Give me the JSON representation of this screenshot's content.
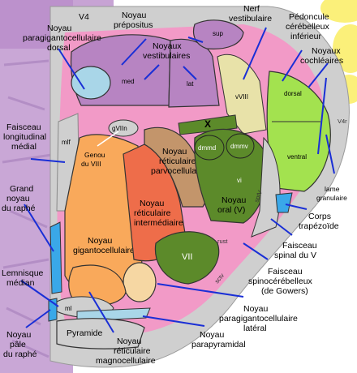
{
  "diagram": {
    "labels": {
      "prepositus": [
        "Noyau",
        "prépositus"
      ],
      "paragigantocellulaire_dorsal": [
        "Noyau",
        "paragigantocellulaire",
        "dorsal"
      ],
      "noyaux_vestibulaires": [
        "Noyaux",
        "vestibulaires"
      ],
      "nerf_vestibulaire": [
        "Nerf",
        "vestibulaire"
      ],
      "pedoncule_cerebelleux": [
        "Pédoncule",
        "cérébelleux",
        "inférieur"
      ],
      "noyaux_cochleaires": [
        "Noyaux",
        "cochléaires"
      ],
      "faisceau_longitudinal": [
        "Faisceau",
        "longitudinal",
        "médial"
      ],
      "genou_viii": [
        "Genou",
        "du VIII"
      ],
      "grand_noyau_raphe": [
        "Grand",
        "noyau",
        "du raphé"
      ],
      "lemnisque": [
        "Lemnisque",
        "médian"
      ],
      "noyau_pale": [
        "Noyau",
        "pâle",
        "du raphé"
      ],
      "lame_granulaire": [
        "lame",
        "granulaire"
      ],
      "corps_trapezoide": [
        "Corps",
        "trapézoïde"
      ],
      "faisceau_spinal": [
        "Faisceau",
        "spinal du V"
      ],
      "faisceau_spinocerebelleux": [
        "Faisceau",
        "spinocérébelleux",
        "(de Gowers)"
      ],
      "paragigantocellulaire_lateral": [
        "Noyau",
        "paragigantocellulaire",
        "latéral"
      ],
      "parapyramidal": [
        "Noyau",
        "parapyramidal"
      ],
      "reticulaire_magnocellulaire": [
        "Noyau",
        "réticulaire",
        "magnocellulaire"
      ]
    },
    "regions": {
      "v4": "V4",
      "v4r": "V4r",
      "sup": "sup",
      "med": "med",
      "lat": "lat",
      "vviii": "vVIII",
      "dorsal": "dorsal",
      "ventral": "ventral",
      "mlf": "mlf",
      "gviiin": "gVIIn",
      "x": "X",
      "dmmd": "dmmd",
      "dmmv": "dmmv",
      "vi": "vi",
      "sptv": "sptV",
      "rust": "rust",
      "sctv": "sctv",
      "ml": "ml",
      "vii": "VII",
      "pyramide": "Pyramide",
      "parvocellulaire": [
        "Noyau",
        "réticulaire",
        "parvocellulaire"
      ],
      "intermediaire": [
        "Noyau",
        "réticulaire",
        "intermédiaire"
      ],
      "gigantocellulaire": [
        "Noyau",
        "gigantocellulaire"
      ],
      "oral_v": [
        "Noyau",
        "oral (V)"
      ]
    },
    "colors": {
      "histology": "#c9a7d6",
      "pink": "#f29ac7",
      "gray": "#cfcfcf",
      "vestibular": "#b784c2",
      "orange": "#f9a95b",
      "red_orange": "#ee6d4a",
      "brown": "#c3956b",
      "dark_green": "#5c8a2a",
      "light_green": "#a3e24f",
      "blue": "#3aa8e8",
      "light_blue": "#a9d6e8",
      "beige": "#f6d7a3",
      "cream": "#e8e2a9",
      "arrow": "#1a2fd6"
    }
  }
}
